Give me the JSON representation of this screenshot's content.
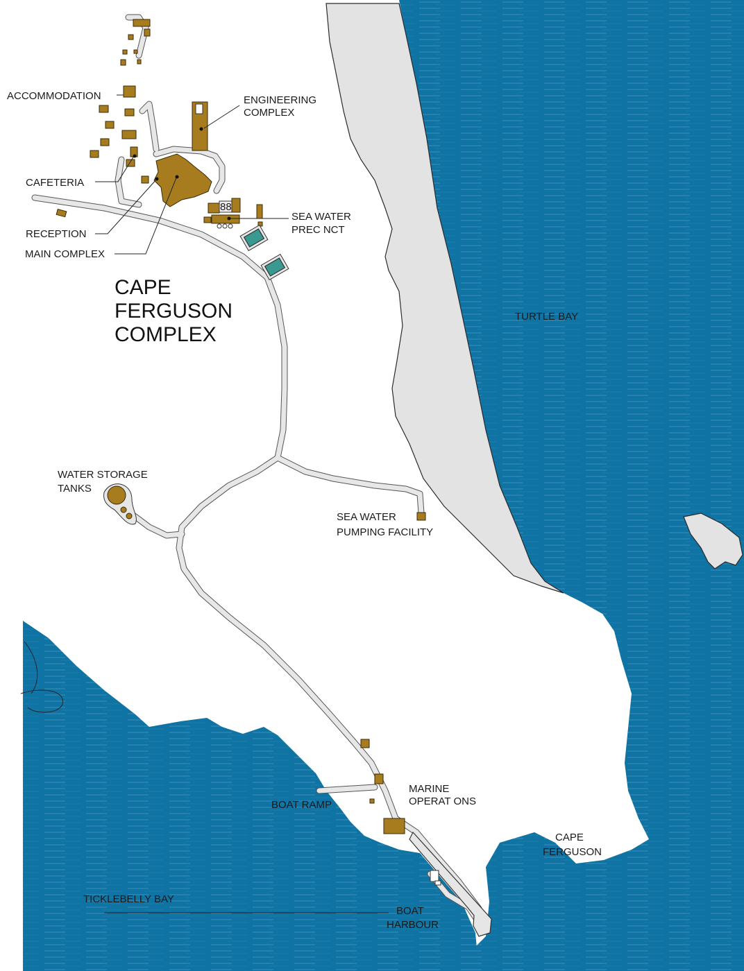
{
  "map_title": {
    "line1": "CAPE",
    "line2": "FERGUSON",
    "line3": "COMPLEX"
  },
  "labels": {
    "accommodation": "ACCOMMODATION",
    "engineering_line1": "ENGINEERING",
    "engineering_line2": "COMPLEX",
    "cafeteria": "CAFETERIA",
    "reception": "RECEPTION",
    "main_complex": "MAIN COMPLEX",
    "sea_water_precinct_line1": "SEA WATER",
    "sea_water_precinct_line2": "PREC NCT",
    "turtle_bay": "TURTLE BAY",
    "water_storage_line1": "WATER STORAGE",
    "water_storage_line2": "TANKS",
    "pumping_line1": "SEA WATER",
    "pumping_line2": "PUMPING FACILITY",
    "boat_ramp": "BOAT RAMP",
    "marine_line1": "MARINE",
    "marine_line2": "OPERAT ONS",
    "cape_line1": "CAPE",
    "cape_line2": "FERGUSON",
    "ticklebelly_bay": "TICKLEBELLY BAY",
    "harbour_line1": "BOAT",
    "harbour_line2": "HARBOUR",
    "building_number": "88"
  },
  "colors": {
    "sea": "#0f73a3",
    "beach": "#e3e3e3",
    "land": "#ffffff",
    "building": "#a67c1e",
    "pond": "#3a9a92"
  }
}
